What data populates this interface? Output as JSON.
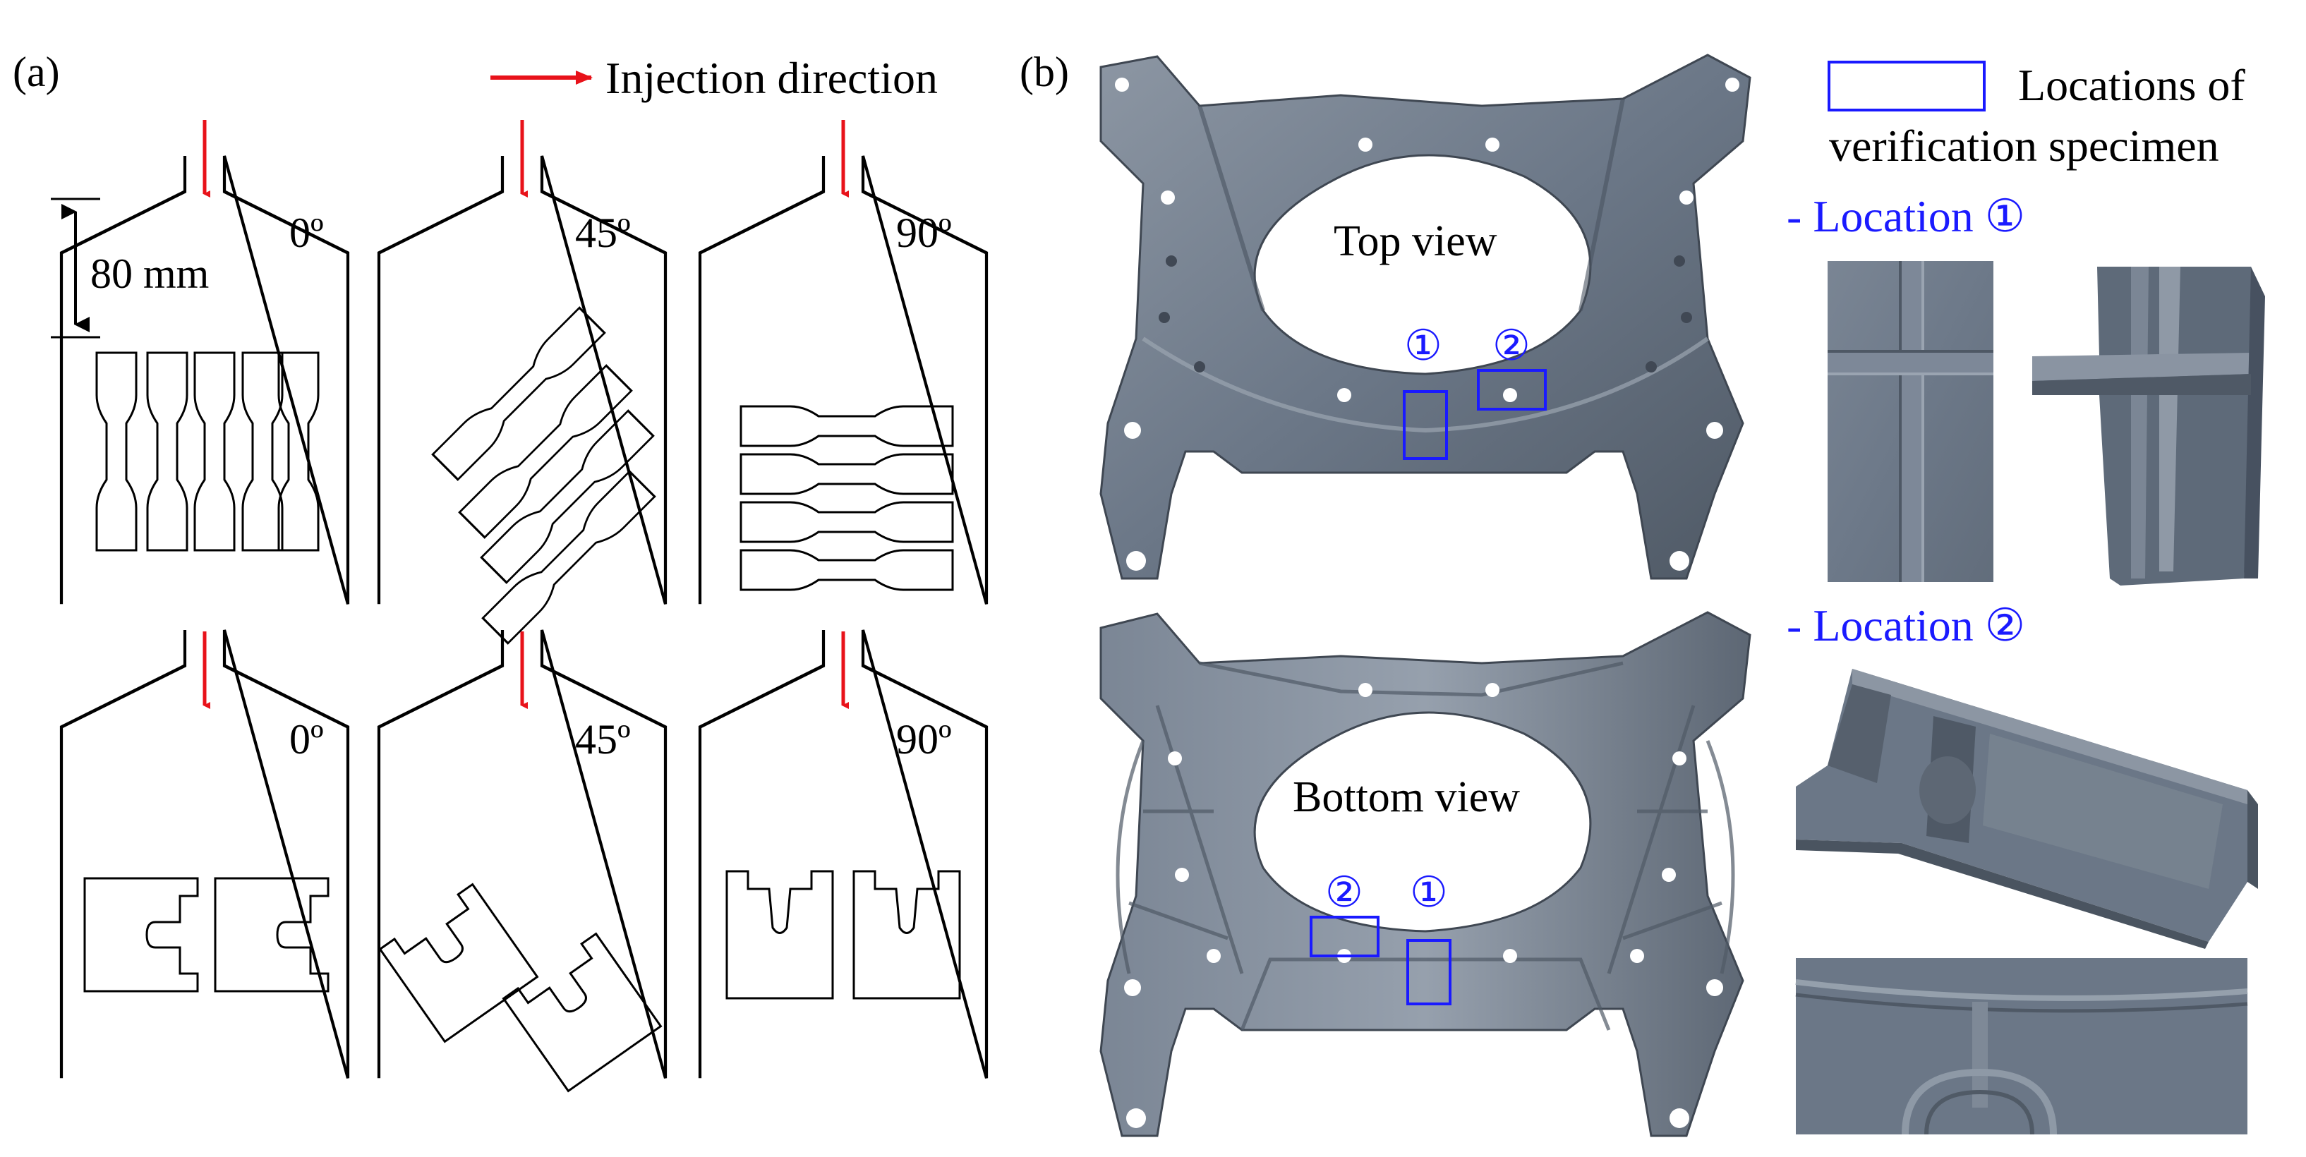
{
  "panel_a": {
    "label": "(a)",
    "legend_label": "Injection direction",
    "dimension_label": "80 mm",
    "top_row_angles": [
      "0º",
      "45º",
      "90º"
    ],
    "bottom_row_angles": [
      "0º",
      "45º",
      "90º"
    ]
  },
  "panel_b": {
    "label": "(b)",
    "top_view_label": "Top view",
    "bottom_view_label": "Bottom view",
    "locations_legend_line1": "Locations of",
    "locations_legend_line2": "verification specimen",
    "location1_heading": "- Location ①",
    "location2_heading": "- Location ②",
    "marker1": "①",
    "marker2": "②"
  },
  "colors": {
    "arrow": "#e8121a",
    "highlight": "#1a1aff",
    "part_fill": "#6b7787",
    "part_dark": "#525c69",
    "part_light": "#8c96a3"
  }
}
